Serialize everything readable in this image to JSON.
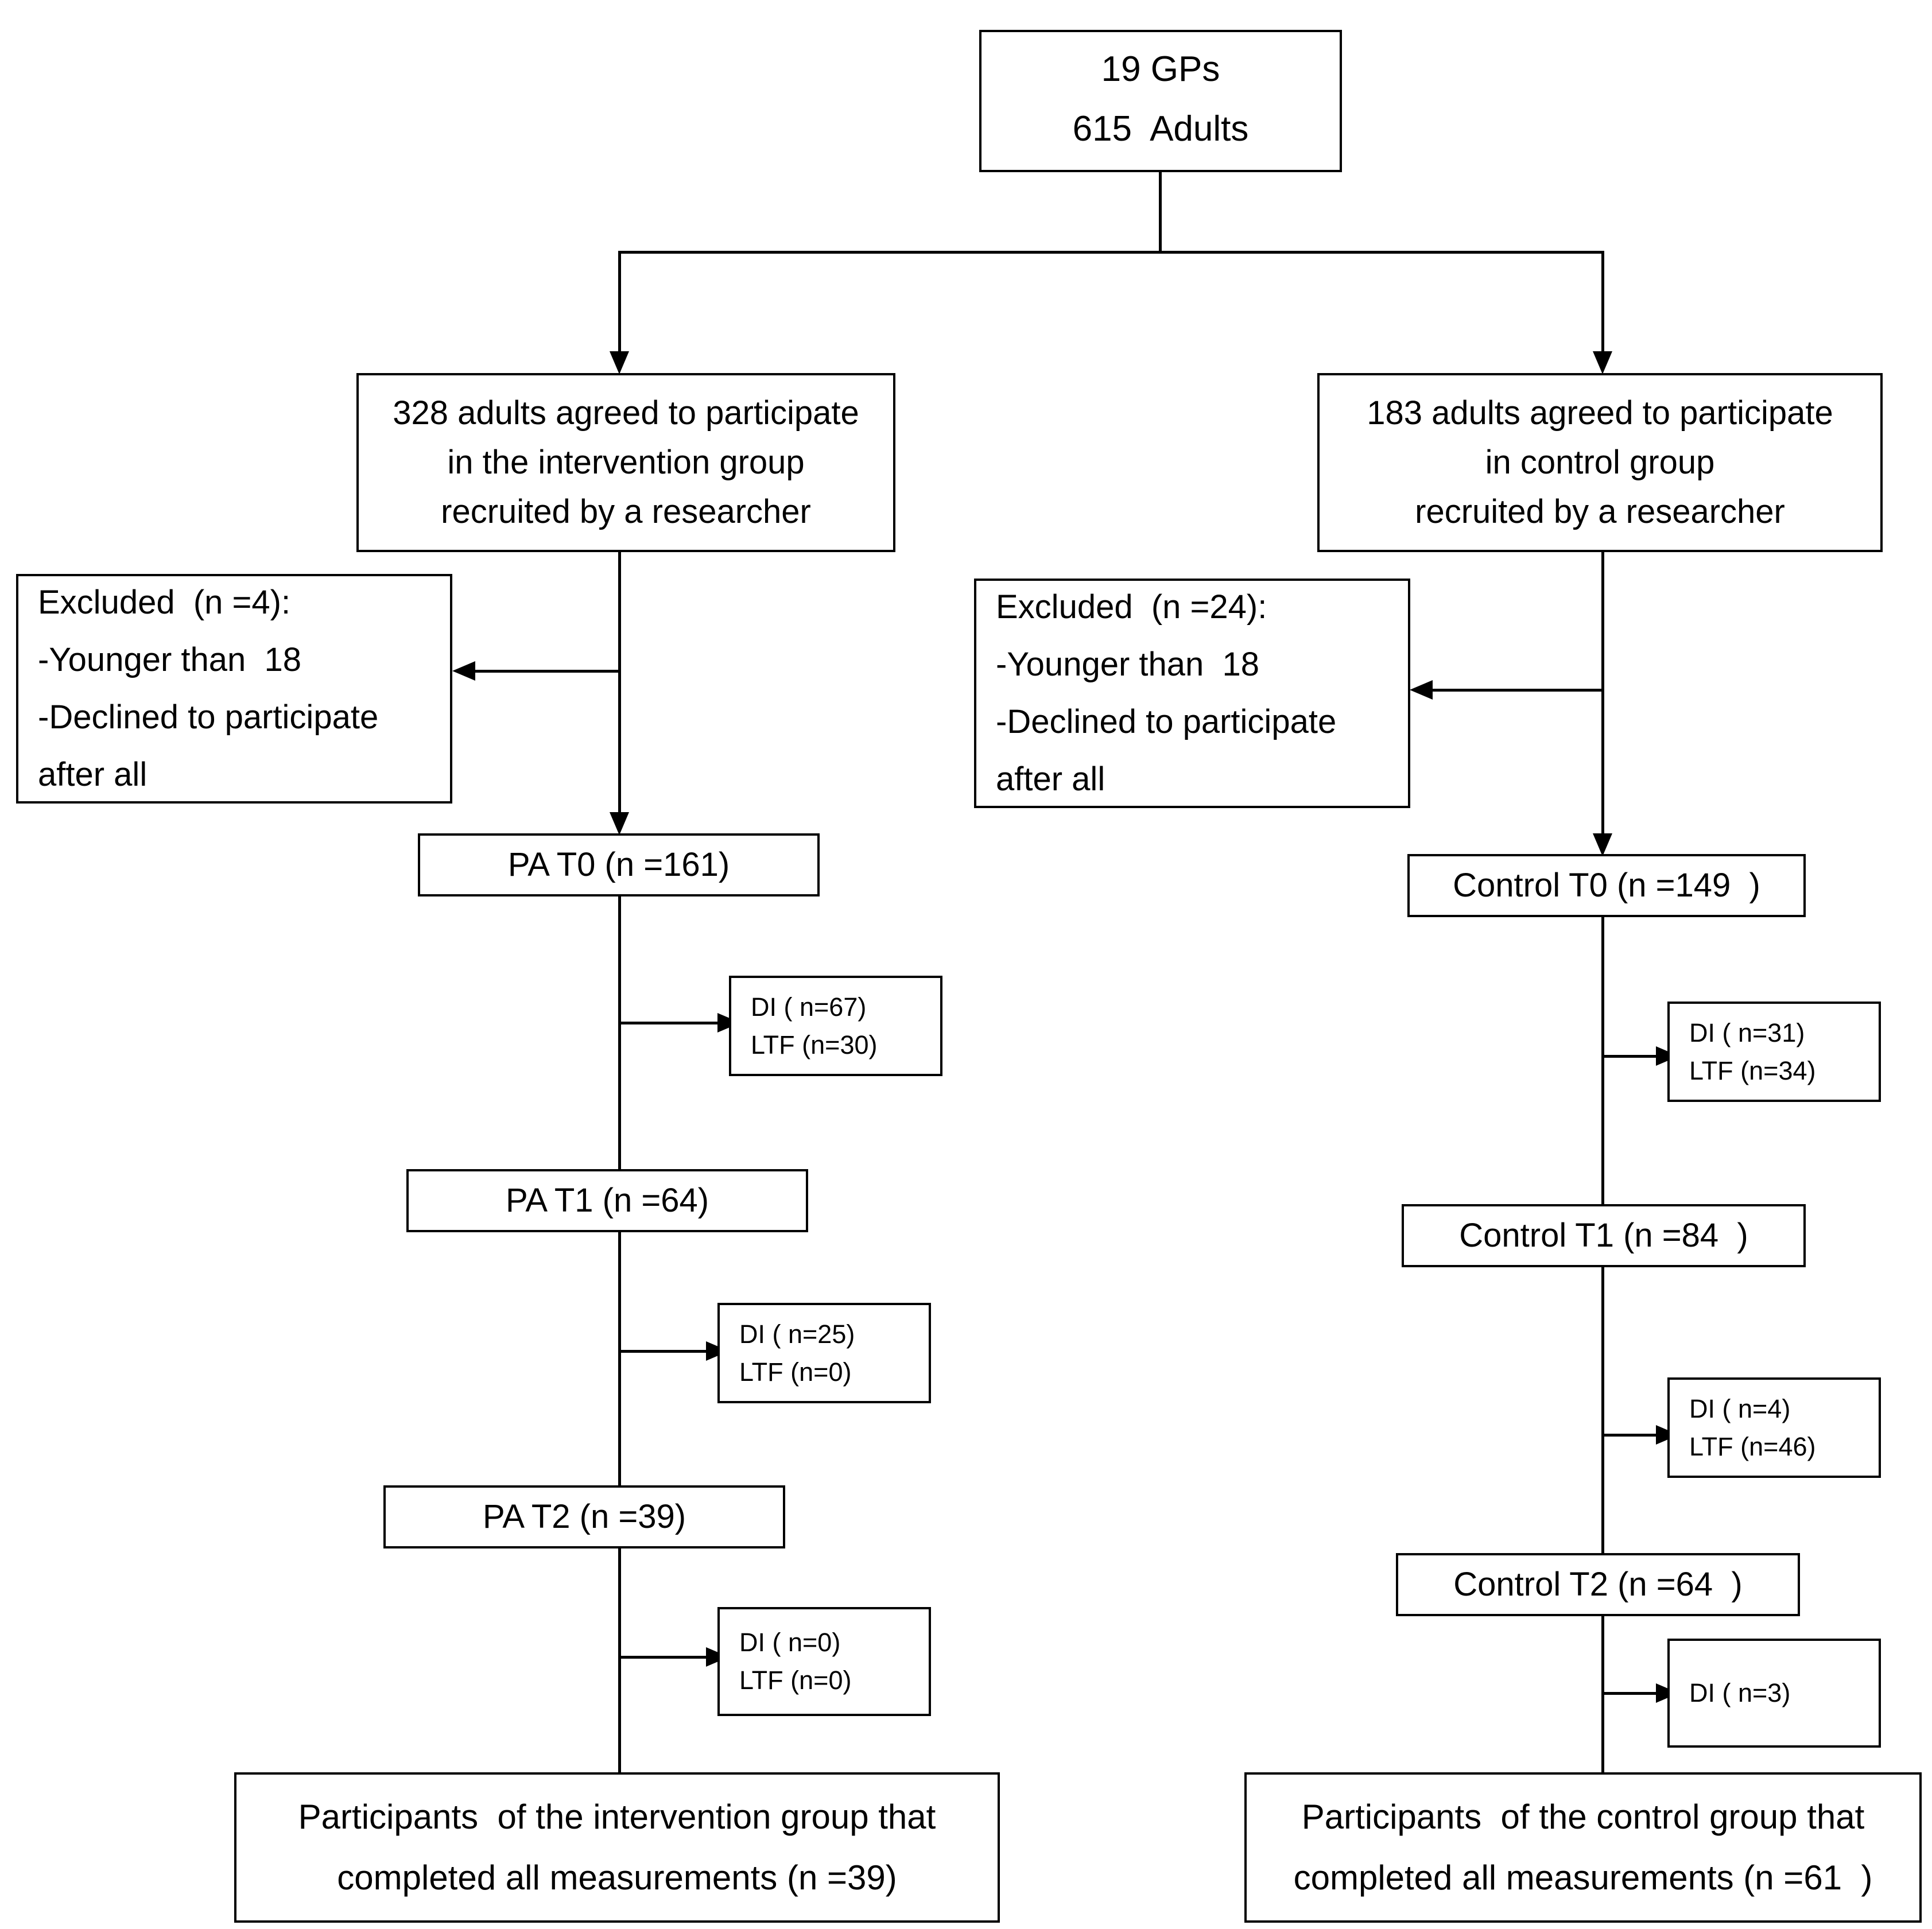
{
  "diagram": {
    "title": "CONSORT-style participant flow diagram",
    "colors": {
      "line": "#000000",
      "box_fill": "#ffffff",
      "text": "#000000"
    },
    "root": {
      "lines": [
        "19 GPs",
        "615  Adults"
      ]
    },
    "arms": [
      {
        "id": "intervention",
        "enrollment": {
          "lines": [
            "328 adults agreed to participate",
            "in the intervention group",
            "recruited by a researcher"
          ]
        },
        "excluded": {
          "lines": [
            "Excluded  (n =4):",
            "-Younger than  18",
            "-Declined to participate",
            "after all"
          ]
        },
        "stages": [
          {
            "label": "PA T0 (n =161)"
          },
          {
            "label": "PA T1 (n =64)"
          },
          {
            "label": "PA T2 (n =39)"
          }
        ],
        "dropouts": [
          {
            "lines": [
              "DI ( n=67)",
              "LTF (n=30)"
            ]
          },
          {
            "lines": [
              "DI ( n=25)",
              "LTF (n=0)"
            ]
          },
          {
            "lines": [
              "DI ( n=0)",
              "LTF (n=0)"
            ]
          }
        ],
        "final": {
          "lines": [
            "Participants  of the intervention group that",
            "completed all measurements (n =39)"
          ]
        }
      },
      {
        "id": "control",
        "enrollment": {
          "lines": [
            "183 adults agreed to participate",
            "in control group",
            "recruited by a researcher"
          ]
        },
        "excluded": {
          "lines": [
            "Excluded  (n =24):",
            "-Younger than  18",
            "-Declined to participate",
            "after all"
          ]
        },
        "stages": [
          {
            "label": "Control T0 (n =149  )"
          },
          {
            "label": "Control T1 (n =84  )"
          },
          {
            "label": "Control T2 (n =64  )"
          }
        ],
        "dropouts": [
          {
            "lines": [
              "DI ( n=31)",
              "LTF (n=34)"
            ]
          },
          {
            "lines": [
              "DI ( n=4)",
              "LTF (n=46)"
            ]
          },
          {
            "lines": [
              "DI ( n=3)"
            ]
          }
        ],
        "final": {
          "lines": [
            "Participants  of the control group that",
            "completed all measurements (n =61  )"
          ]
        }
      }
    ]
  }
}
